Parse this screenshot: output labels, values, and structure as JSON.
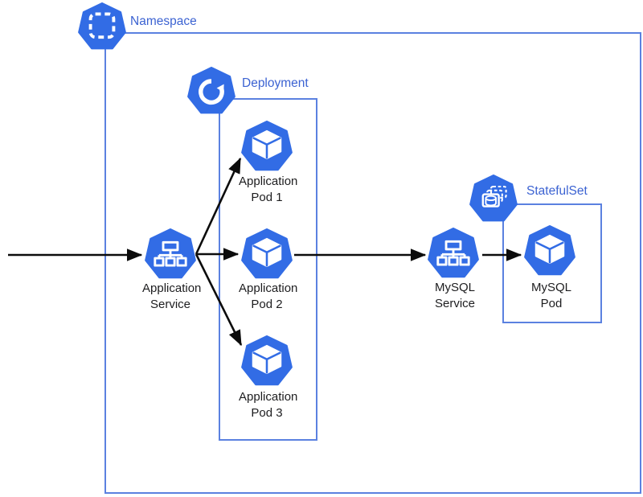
{
  "colors": {
    "kubernetes_blue": "#326CE5",
    "box_border_blue": "#5b81e0",
    "group_label_blue": "#3c63d2",
    "node_label_black": "#1d1d1f",
    "arrow_black": "#0c0c0c"
  },
  "groups": {
    "namespace": {
      "label": "Namespace",
      "icon": "namespace-icon"
    },
    "deployment": {
      "label": "Deployment",
      "icon": "deployment-icon"
    },
    "statefulset": {
      "label": "StatefulSet",
      "icon": "statefulset-icon"
    }
  },
  "nodes": {
    "app_service": {
      "label": "Application Service",
      "icon": "service-icon"
    },
    "app_pod_1": {
      "label": "Application Pod 1",
      "icon": "pod-icon"
    },
    "app_pod_2": {
      "label": "Application Pod 2",
      "icon": "pod-icon"
    },
    "app_pod_3": {
      "label": "Application Pod 3",
      "icon": "pod-icon"
    },
    "mysql_service": {
      "label": "MySQL Service",
      "icon": "service-icon"
    },
    "mysql_pod": {
      "label": "MySQL Pod",
      "icon": "pod-icon"
    }
  },
  "edges": [
    {
      "from": "external",
      "to": "app_service"
    },
    {
      "from": "app_service",
      "to": "app_pod_1"
    },
    {
      "from": "app_service",
      "to": "app_pod_2"
    },
    {
      "from": "app_service",
      "to": "app_pod_3"
    },
    {
      "from": "app_pod_2",
      "to": "mysql_service"
    },
    {
      "from": "mysql_service",
      "to": "mysql_pod"
    }
  ]
}
